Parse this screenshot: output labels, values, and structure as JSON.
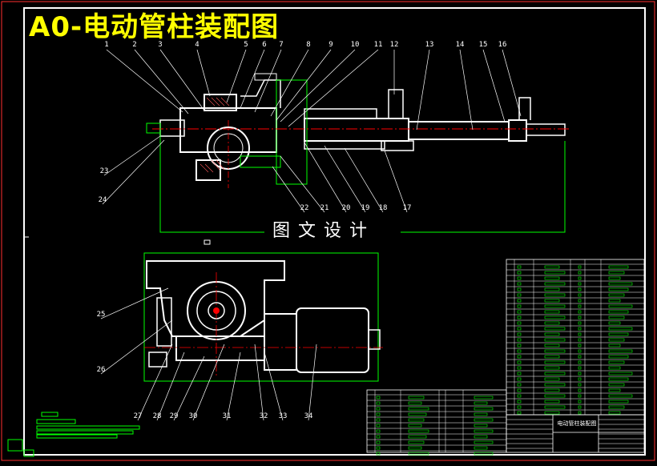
{
  "drawing": {
    "title": "A0-电动管柱装配图",
    "subtitle": "图文设计"
  },
  "part_numbers": {
    "top": [
      "1",
      "2",
      "3",
      "4",
      "5",
      "6",
      "7",
      "8",
      "9",
      "10",
      "11",
      "12",
      "13",
      "14",
      "15",
      "16"
    ],
    "top_bottom_row": [
      "17",
      "18",
      "19",
      "20",
      "21",
      "22"
    ],
    "top_left": [
      "23",
      "24"
    ],
    "bottom_left": [
      "25",
      "26"
    ],
    "bottom_row": [
      "27",
      "28",
      "29",
      "30",
      "31",
      "32",
      "33",
      "34"
    ]
  },
  "title_block": {
    "drawing_name": "电动管柱装配图"
  },
  "colors": {
    "background": "#000000",
    "frame": "#ffffff",
    "title": "#ffff00",
    "outline": "#ffffff",
    "centerline": "#ff0000",
    "construction": "#00ff00",
    "leader": "#ffffff"
  }
}
